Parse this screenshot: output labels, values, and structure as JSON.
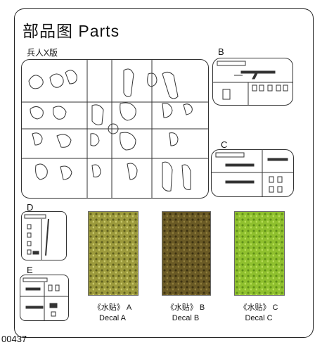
{
  "title": "部品图  Parts",
  "sprues": {
    "main_label": "兵人X版",
    "b_label": "B",
    "c_label": "C",
    "d_label": "D",
    "e_label": "E"
  },
  "decals": [
    {
      "cn": "《水贴》 A",
      "en": "Decal A"
    },
    {
      "cn": "《水贴》 B",
      "en": "Decal B"
    },
    {
      "cn": "《水贴》 C",
      "en": "Decal C"
    }
  ],
  "product_code": "00437"
}
